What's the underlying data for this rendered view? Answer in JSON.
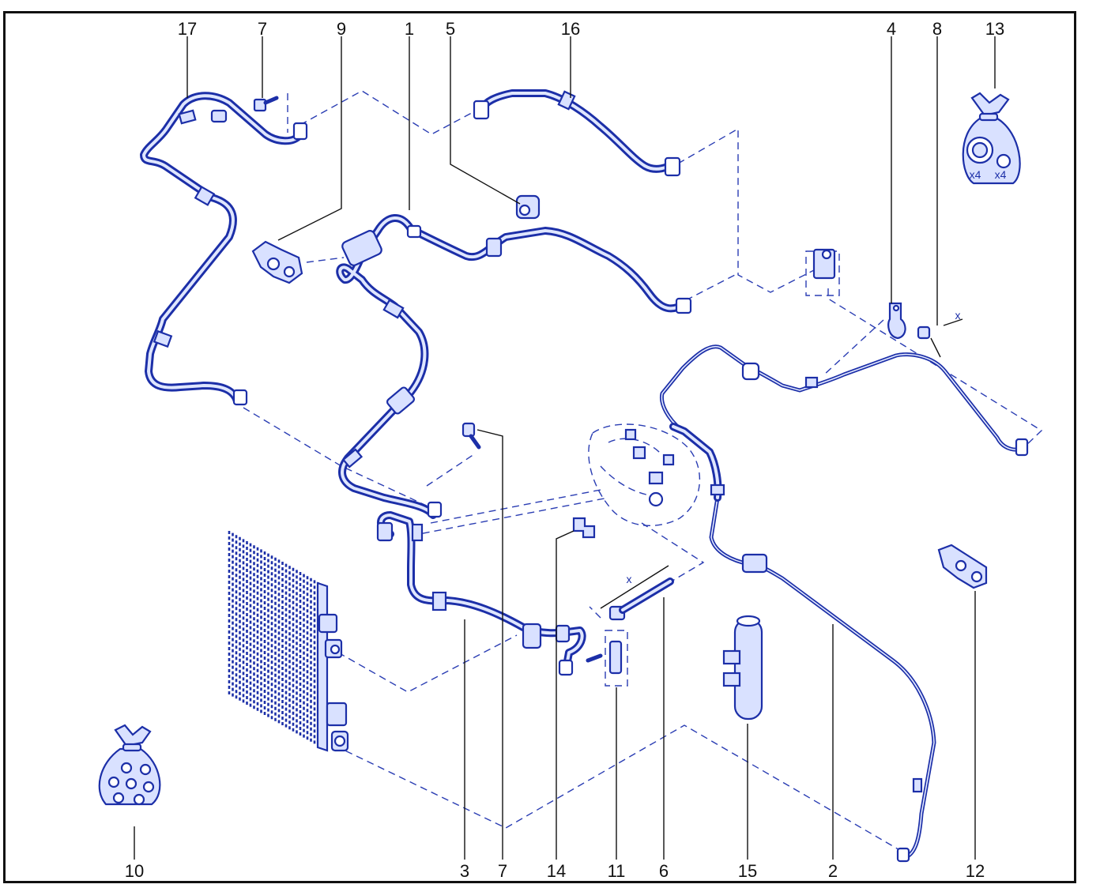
{
  "diagram": {
    "labels": [
      {
        "id": "17",
        "text": "17"
      },
      {
        "id": "7a",
        "text": "7"
      },
      {
        "id": "9",
        "text": "9"
      },
      {
        "id": "1",
        "text": "1"
      },
      {
        "id": "5",
        "text": "5"
      },
      {
        "id": "16",
        "text": "16"
      },
      {
        "id": "4",
        "text": "4"
      },
      {
        "id": "8",
        "text": "8"
      },
      {
        "id": "13",
        "text": "13"
      },
      {
        "id": "10",
        "text": "10"
      },
      {
        "id": "3",
        "text": "3"
      },
      {
        "id": "7b",
        "text": "7"
      },
      {
        "id": "14",
        "text": "14"
      },
      {
        "id": "11",
        "text": "11"
      },
      {
        "id": "6",
        "text": "6"
      },
      {
        "id": "15",
        "text": "15"
      },
      {
        "id": "2",
        "text": "2"
      },
      {
        "id": "12",
        "text": "12"
      }
    ],
    "dimension_symbols": [
      "x",
      "x"
    ],
    "kit_quantities": [
      "x4",
      "x4"
    ],
    "colors": {
      "line": "#1c2fa8",
      "fill": "#d9e1ff",
      "frame": "#111111"
    }
  }
}
